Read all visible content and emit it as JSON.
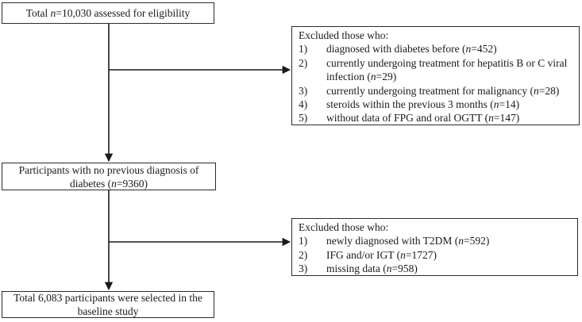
{
  "diagram": {
    "box_eligibility": {
      "text": "Total n=10,030 assessed for eligibility"
    },
    "box_exclusion_1": {
      "title": "Excluded those who:",
      "items": [
        {
          "num": "1)",
          "text": "diagnosed with diabetes before (n=452)"
        },
        {
          "num": "2)",
          "text": "currently undergoing treatment for hepatitis B or C viral infection (n=29)"
        },
        {
          "num": "3)",
          "text": "currently undergoing treatment for malignancy (n=28)"
        },
        {
          "num": "4)",
          "text": "steroids within the previous 3 months (n=14)"
        },
        {
          "num": "5)",
          "text": "without data of FPG and oral OGTT (n=147)"
        }
      ]
    },
    "box_no_previous": {
      "text": "Participants with no previous diagnosis of diabetes (n=9360)"
    },
    "box_exclusion_2": {
      "title": "Excluded those who:",
      "items": [
        {
          "num": "1)",
          "text": "newly diagnosed with T2DM (n=592)"
        },
        {
          "num": "2)",
          "text": "IFG and/or IGT (n=1727)"
        },
        {
          "num": "3)",
          "text": "missing data (n=958)"
        }
      ]
    },
    "box_baseline": {
      "text": "Total 6,083 participants were selected in the baseline study"
    }
  },
  "colors": {
    "line": "#1a1a1a",
    "border": "#2b2b2b",
    "text": "#1a1a1a",
    "background": "#ffffff"
  }
}
